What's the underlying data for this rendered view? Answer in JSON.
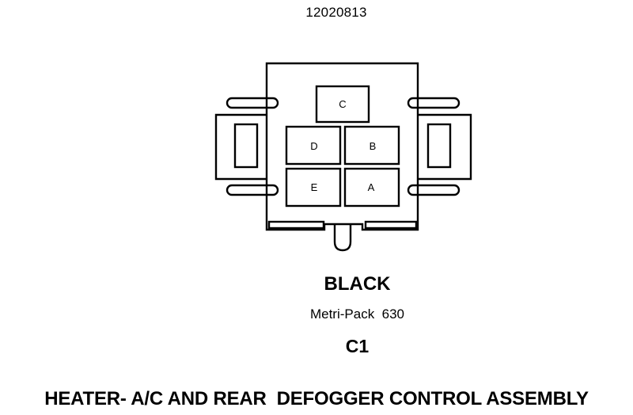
{
  "diagram": {
    "part_number": "12020813",
    "pins": [
      {
        "id": "C",
        "label": "C"
      },
      {
        "id": "D",
        "label": "D"
      },
      {
        "id": "B",
        "label": "B"
      },
      {
        "id": "E",
        "label": "E"
      },
      {
        "id": "A",
        "label": "A"
      }
    ],
    "connector_color": "BLACK",
    "connector_series": "Metri-Pack  630",
    "connector_id": "C1",
    "assembly_title": "HEATER- A/C AND REAR  DEFOGGER CONTROL ASSEMBLY"
  }
}
